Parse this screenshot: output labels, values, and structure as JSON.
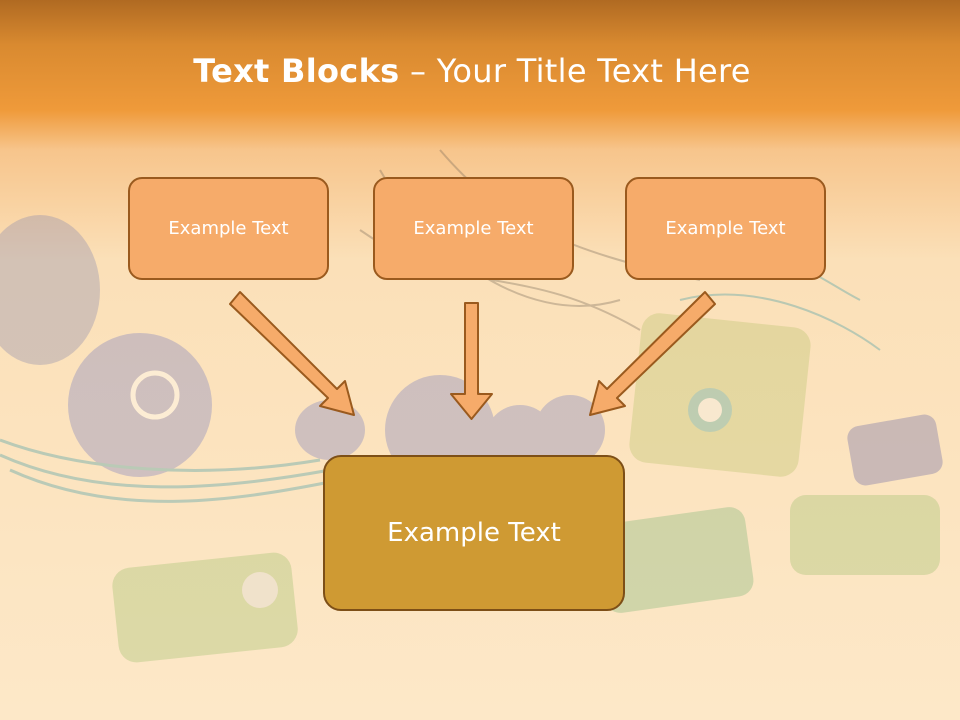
{
  "title": {
    "bold": "Text Blocks",
    "dash": " – ",
    "rest": "Your Title Text Here"
  },
  "blocks": [
    {
      "text": "Example Text"
    },
    {
      "text": "Example Text"
    },
    {
      "text": "Example Text"
    }
  ],
  "main_block": {
    "text": "Example Text"
  },
  "colors": {
    "header": "#ef9a3a",
    "block_fill": "#f6ab6a",
    "main_fill": "#cf9a33",
    "border": "#9a5a1e"
  }
}
